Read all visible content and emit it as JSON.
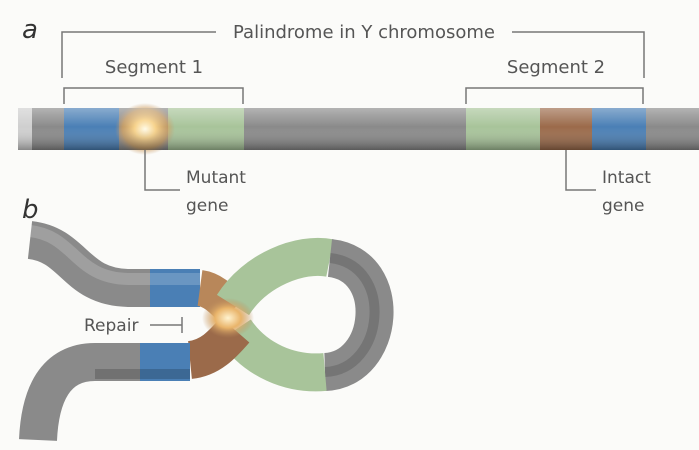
{
  "panel_a": {
    "letter": "a",
    "palindrome_label": "Palindrome in Y chromosome",
    "segment1_label": "Segment 1",
    "segment2_label": "Segment 2",
    "mutant_label_line1": "Mutant",
    "mutant_label_line2": "gene",
    "intact_label_line1": "Intact",
    "intact_label_line2": "gene"
  },
  "panel_b": {
    "letter": "b",
    "repair_label": "Repair"
  },
  "colors": {
    "chromosome_grey": "#8e8e8e",
    "blue_region": "#4a7fb5",
    "green_region": "#a8c49a",
    "brown_region": "#9b6a4a",
    "mutant_glow": "#f7d28a",
    "bracket_line": "#777777"
  }
}
